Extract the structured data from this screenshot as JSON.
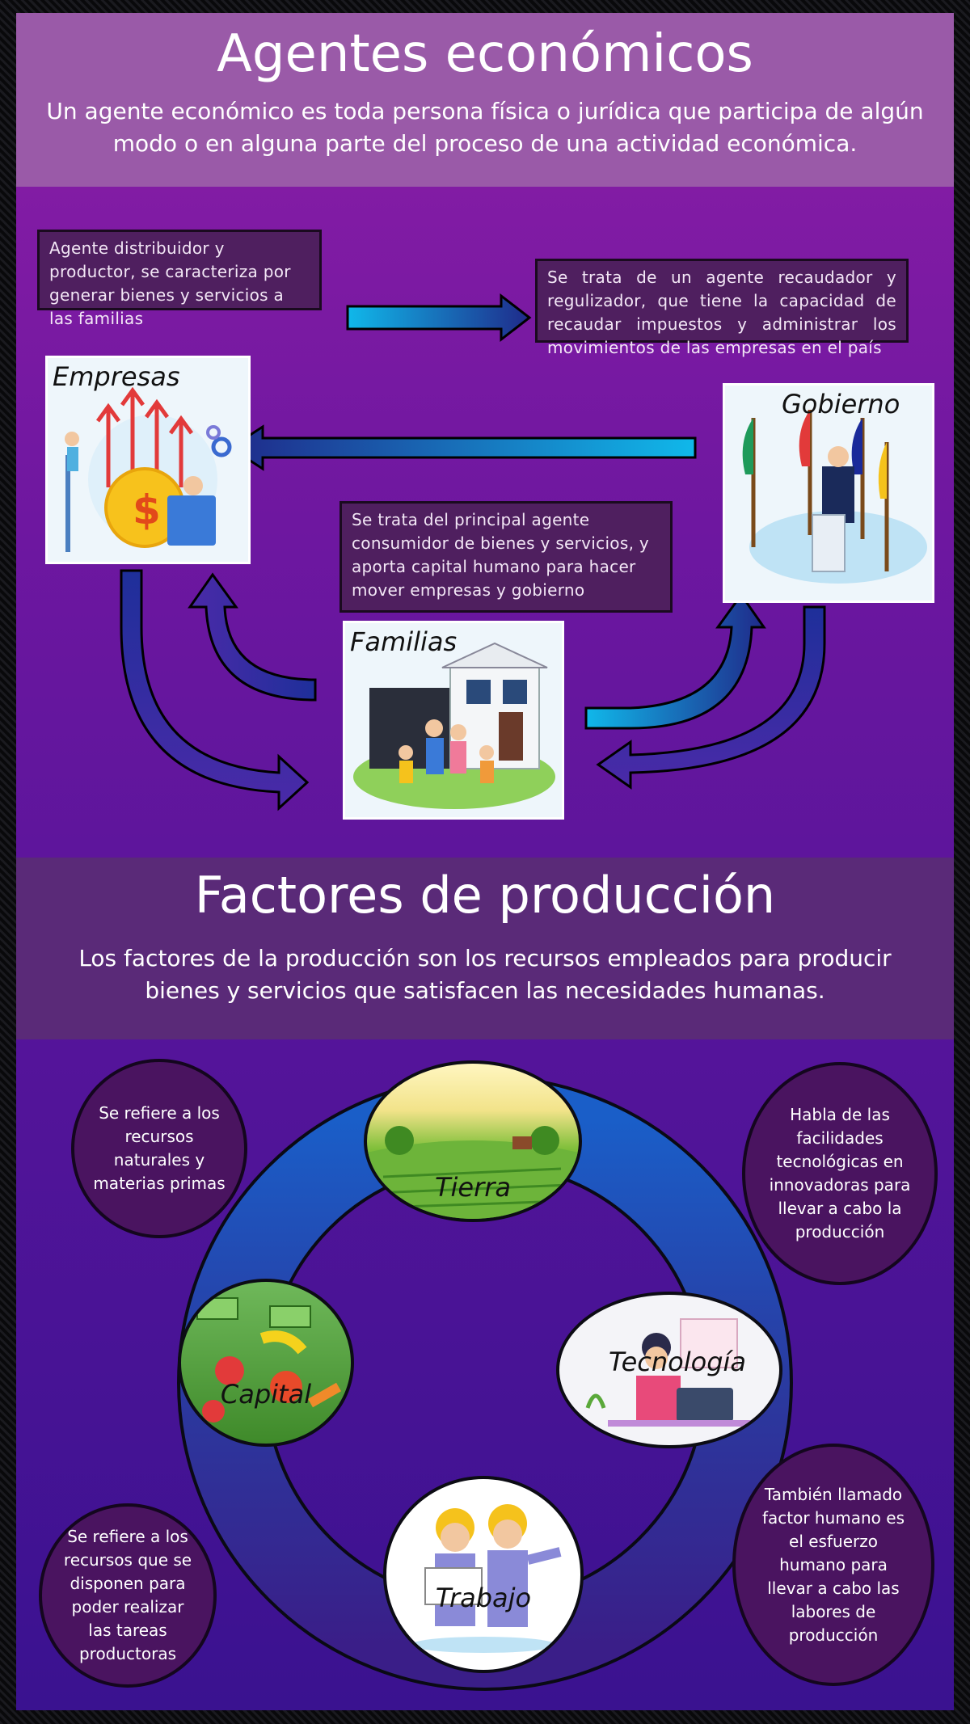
{
  "header": {
    "title": "Agentes económicos",
    "subtitle": "Un agente económico es toda persona física o jurídica que participa de algún modo o en alguna parte del proceso de una actividad económica."
  },
  "agents": {
    "empresas": {
      "label": "Empresas",
      "description": "Agente distribuidor y productor, se caracteriza por generar bienes y servicios a las familias"
    },
    "gobierno": {
      "label": "Gobierno",
      "description": "Se trata de un agente recaudador y regulizador, que tiene la capacidad de recaudar impuestos y administrar los movimientos de las empresas en el país"
    },
    "familias": {
      "label": "Familias",
      "description": "Se trata del principal agente consumidor de bienes y servicios, y aporta capital humano para hacer mover empresas y gobierno"
    }
  },
  "production": {
    "title": "Factores de producción",
    "subtitle": "Los factores de la producción son los recursos empleados para producir bienes y servicios que satisfacen las necesidades humanas.",
    "factors": {
      "tierra": {
        "label": "Tierra",
        "description": "Se refiere a los recursos naturales y materias primas"
      },
      "tecnologia": {
        "label": "Tecnología",
        "description": "Habla de las facilidades tecnológicas en innovadoras para llevar a cabo la producción"
      },
      "trabajo": {
        "label": "Trabajo",
        "description": "También llamado factor humano es el esfuerzo humano para llevar a cabo las labores de producción"
      },
      "capital": {
        "label": "Capital",
        "description": "Se refiere a los recursos que se disponen para poder realizar las tareas productoras"
      }
    }
  },
  "colors": {
    "top_band": "#9a5aa8",
    "mid_band": "#5a2a78",
    "note_box": "#4f1f5f",
    "arrow_cyan": "#14a8e0",
    "arrow_navy": "#1a1a7a",
    "ring_blue": "#1346a8"
  }
}
